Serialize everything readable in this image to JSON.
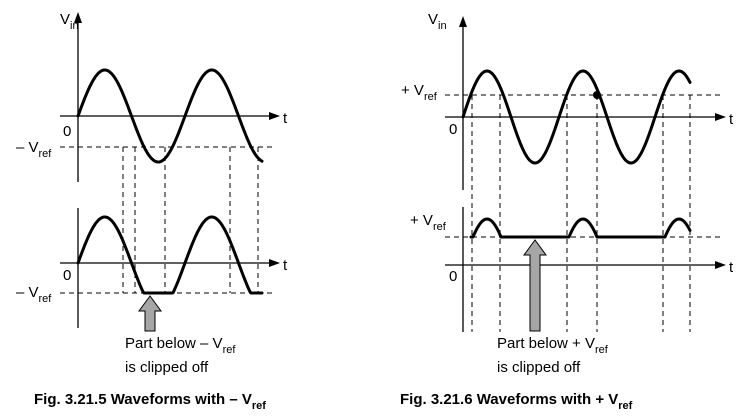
{
  "fig1": {
    "axis_y_main": "V",
    "axis_y_sub": "in",
    "axis_t": "t",
    "origin_top": "0",
    "origin_bottom": "0",
    "vref_top_main": "– V",
    "vref_top_sub": "ref",
    "vref_bottom_main": "– V",
    "vref_bottom_sub": "ref",
    "annotation_line1_main": "Part below – V",
    "annotation_line1_sub": "ref",
    "annotation_line2": "is clipped off",
    "caption_main": "Fig. 3.21.5 Waveforms with – V",
    "caption_sub": "ref"
  },
  "fig2": {
    "axis_y_main": "V",
    "axis_y_sub": "in",
    "axis_t": "t",
    "origin_top": "0",
    "origin_bottom": "0",
    "vref_top_main": "+ V",
    "vref_top_sub": "ref",
    "vref_bottom_main": "+ V",
    "vref_bottom_sub": "ref",
    "annotation_line1_main": "Part below + V",
    "annotation_line1_sub": "ref",
    "annotation_line2": "is clipped off",
    "caption_main": "Fig. 3.21.6 Waveforms with + V",
    "caption_sub": "ref"
  },
  "colors": {
    "ink": "#000000",
    "arrow_fill": "#a6a6a6"
  }
}
